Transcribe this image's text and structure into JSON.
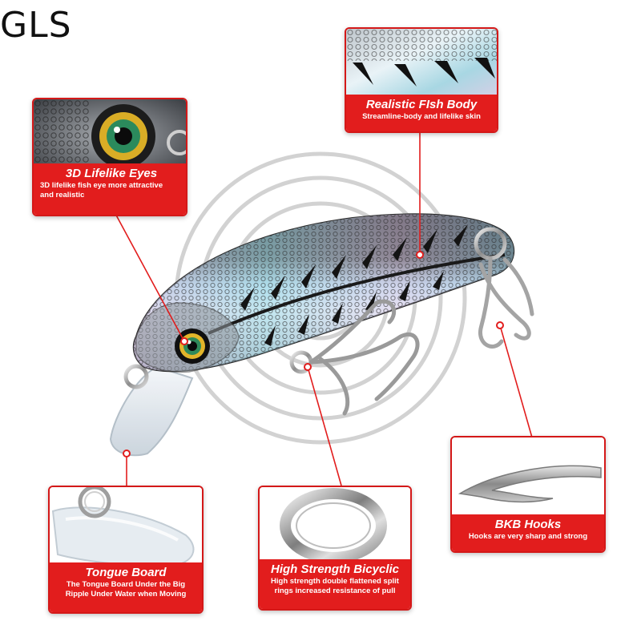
{
  "brand": "GLS",
  "callouts": {
    "body": {
      "title": "Realistic FIsh Body",
      "desc": "Streamline-body and lifelike skin"
    },
    "eyes": {
      "title": "3D Lifelike  Eyes",
      "desc1": "3D lifelike fish eye more attractive",
      "desc2": "and realistic"
    },
    "tongue": {
      "title": "Tongue Board",
      "desc1": "The Tongue Board Under the Big",
      "desc2": "Ripple Under Water when Moving"
    },
    "ring": {
      "title": "High Strength Bicyclic",
      "desc1": "High strength double flattened split",
      "desc2": "rings increased resistance of pull"
    },
    "hooks": {
      "title": "BKB Hooks",
      "desc": "Hooks are very sharp and strong"
    }
  },
  "colors": {
    "accent": "#e21d1d",
    "border": "#d41818",
    "lure_back": "#1a1a1a"
  },
  "icons": [
    "lure-illustration",
    "fish-eye-icon",
    "scale-pattern-icon",
    "split-ring-icon",
    "treble-hook-icon",
    "tongue-board-icon"
  ]
}
